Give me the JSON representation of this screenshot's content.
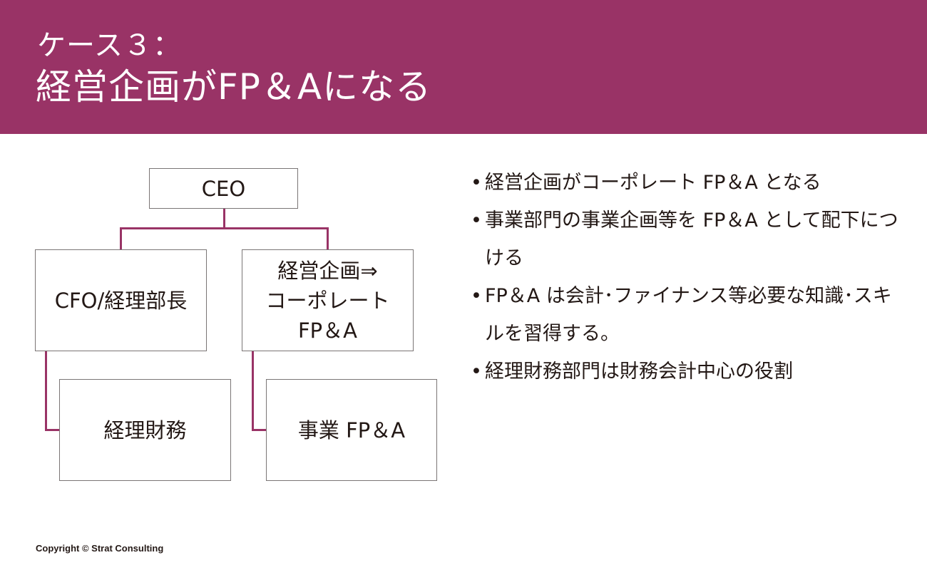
{
  "header": {
    "title_line1": "ケース３：",
    "title_line2": "経営企画がFP＆Aになる",
    "background_color": "#993366"
  },
  "org_chart": {
    "connector_color": "#993366",
    "nodes": {
      "ceo": "CEO",
      "cfo": "CFO/経理部長",
      "corporate_fpa": "経営企画⇒\nコーポレート\nFP＆A",
      "accounting_finance": "経理財務",
      "business_fpa": "事業 FP＆A"
    },
    "edges": [
      {
        "from": "ceo",
        "to": "cfo"
      },
      {
        "from": "ceo",
        "to": "corporate_fpa"
      },
      {
        "from": "cfo",
        "to": "accounting_finance"
      },
      {
        "from": "corporate_fpa",
        "to": "business_fpa"
      }
    ]
  },
  "bullets": [
    {
      "marker": "•",
      "text": "経営企画がコーポレート FP＆A となる"
    },
    {
      "marker": "•",
      "text": "事業部門の事業企画等を FP＆A として配下につける"
    },
    {
      "marker": "•",
      "text": "FP＆A は会計･ファイナンス等必要な知識･スキルを習得する。"
    },
    {
      "marker": "•",
      "text": "経理財務部門は財務会計中心の役割"
    }
  ],
  "footer": {
    "copyright": "Copyright © Strat Consulting"
  }
}
